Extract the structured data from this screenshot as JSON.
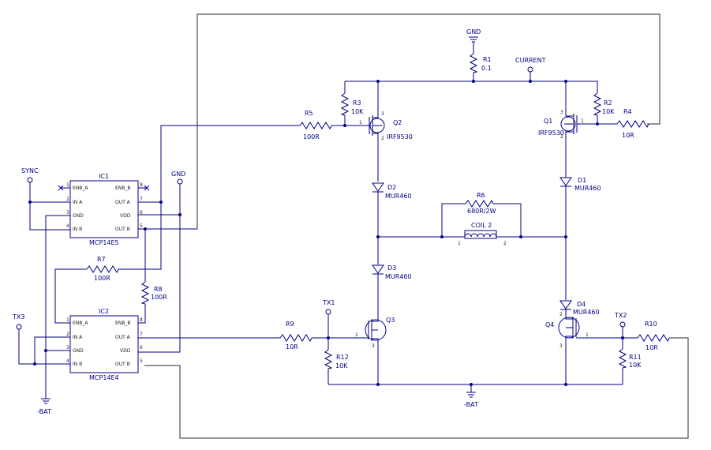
{
  "ic1": {
    "ref": "IC1",
    "part": "MCP14E5",
    "left_pins": [
      "ENB_A",
      "IN A",
      "GND",
      "IN B"
    ],
    "right_pins": [
      "ENB_B",
      "OUT A",
      "VDD",
      "OUT B"
    ],
    "left_nums": [
      "1",
      "2",
      "3",
      "4"
    ],
    "right_nums": [
      "8",
      "7",
      "6",
      "5"
    ]
  },
  "ic2": {
    "ref": "IC2",
    "part": "MCP14E4",
    "left_pins": [
      "ENB_A",
      "IN A",
      "GND",
      "IN B"
    ],
    "right_pins": [
      "ENB_B",
      "OUT A",
      "VDD",
      "OUT B"
    ],
    "left_nums": [
      "1",
      "2",
      "3",
      "4"
    ],
    "right_nums": [
      "8",
      "7",
      "6",
      "5"
    ]
  },
  "nets": {
    "sync": "SYNC",
    "gnd_top": "GND",
    "gnd_ic": "GND",
    "current": "CURRENT",
    "tx1": "TX1",
    "tx2": "TX2",
    "tx3": "TX3",
    "bat_left": "-BAT",
    "bat_bottom": "-BAT"
  },
  "resistors": {
    "r1": {
      "ref": "R1",
      "value": "0.1"
    },
    "r2": {
      "ref": "R2",
      "value": "10K"
    },
    "r3": {
      "ref": "R3",
      "value": "10K"
    },
    "r4": {
      "ref": "R4",
      "value": "10R"
    },
    "r5": {
      "ref": "R5",
      "value": "100R"
    },
    "r6": {
      "ref": "R6",
      "value": "680R/2W"
    },
    "r7": {
      "ref": "R7",
      "value": "100R"
    },
    "r8": {
      "ref": "R8",
      "value": "100R"
    },
    "r9": {
      "ref": "R9",
      "value": "10R"
    },
    "r10": {
      "ref": "R10",
      "value": "10R"
    },
    "r11": {
      "ref": "R11",
      "value": "10K"
    },
    "r12": {
      "ref": "R12",
      "value": "10K"
    }
  },
  "diodes": {
    "d1": {
      "ref": "D1",
      "value": "MUR460"
    },
    "d2": {
      "ref": "D2",
      "value": "MUR460"
    },
    "d3": {
      "ref": "D3",
      "value": "MUR460"
    },
    "d4": {
      "ref": "D4",
      "value": "MUR460"
    }
  },
  "transistors": {
    "q1": {
      "ref": "Q1",
      "value": "IRF9530"
    },
    "q2": {
      "ref": "Q2",
      "value": "IRF9530"
    },
    "q3": {
      "ref": "Q3"
    },
    "q4": {
      "ref": "Q4"
    }
  },
  "coil": {
    "ref": "COIL 2",
    "pin1": "1",
    "pin2": "2"
  },
  "pin_numbers": {
    "one": "1",
    "two": "2",
    "three": "3"
  },
  "colors": {
    "wire": "#000080",
    "frame": "#2a2a2a"
  }
}
